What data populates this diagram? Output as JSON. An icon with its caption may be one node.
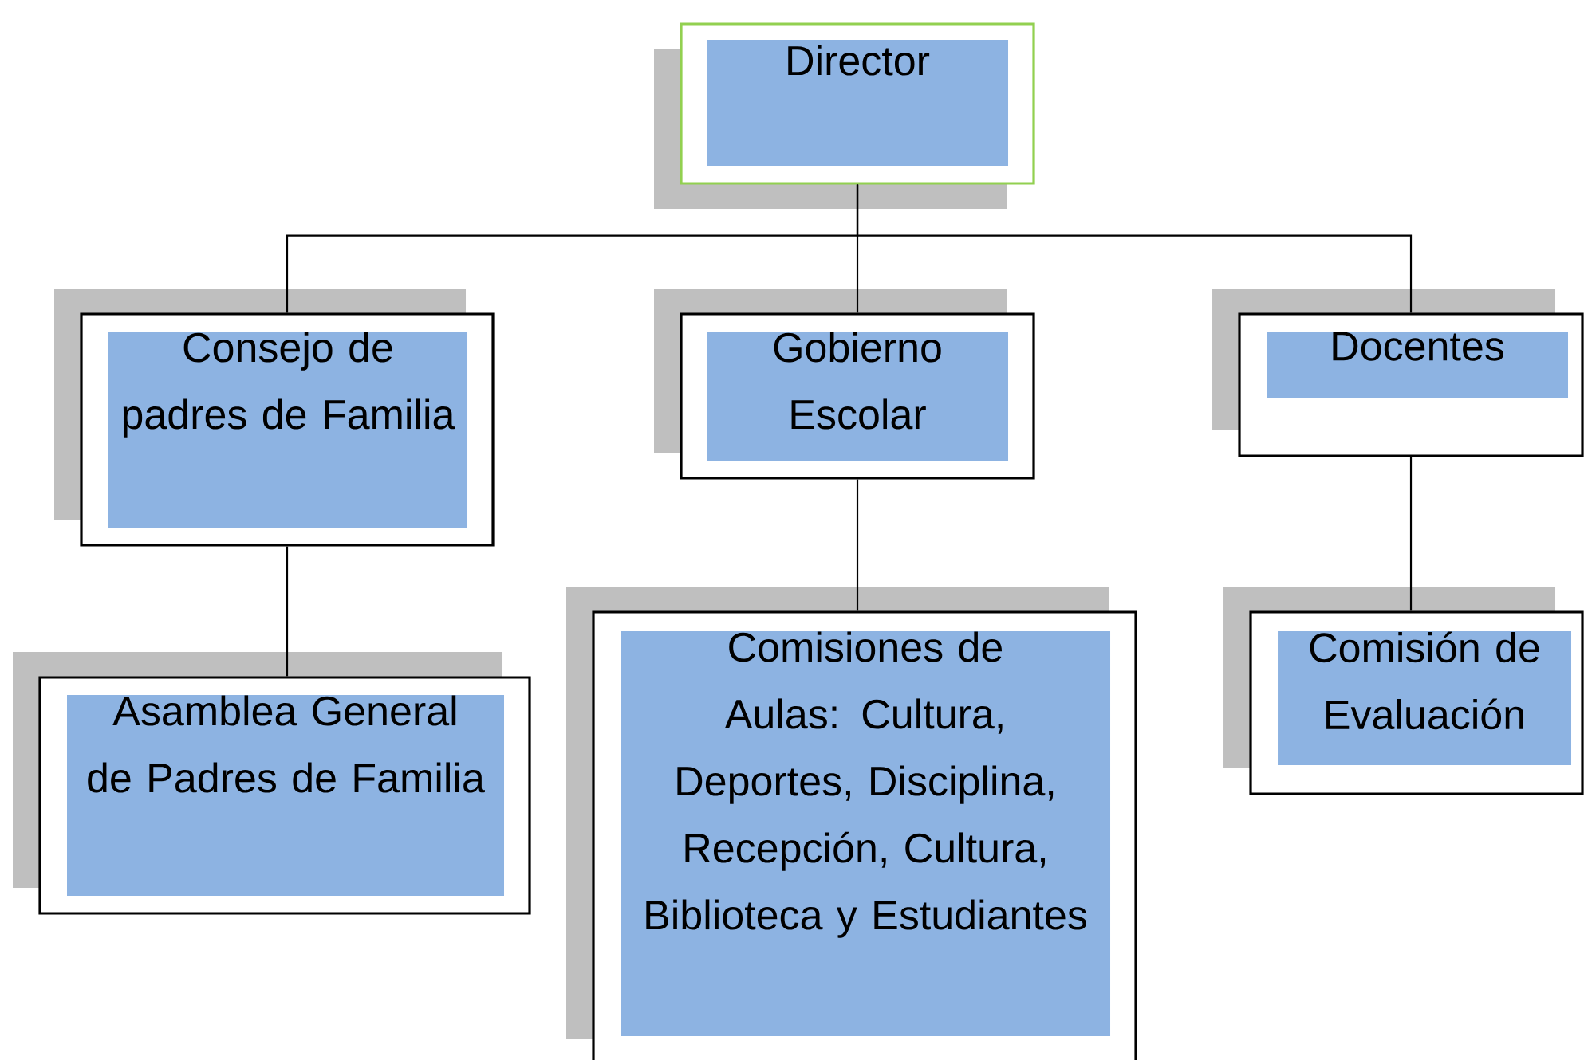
{
  "diagram": {
    "nodes": [
      {
        "text": [
          "Director"
        ]
      },
      {
        "text": [
          "Consejo de padres de Familia"
        ]
      },
      {
        "text": [
          "Gobierno Escolar"
        ]
      },
      {
        "text": [
          "Docentes"
        ]
      },
      {
        "text": [
          "Asamblea General de Padres de Familia"
        ]
      },
      {
        "text": [
          "Comisiones de Aulas: Cultura, Deportes, Disciplina, Recepción, Cultura, Biblioteca y Estudiantes"
        ]
      },
      {
        "text": [
          "Comisión de Evaluación"
        ]
      }
    ],
    "edges": [
      {
        "from": 0,
        "to": 1,
        "arrow": "none"
      },
      {
        "from": 0,
        "to": 2,
        "arrow": "none"
      },
      {
        "from": 0,
        "to": 3,
        "arrow": "none"
      },
      {
        "from": 1,
        "to": 4,
        "arrow": "none"
      },
      {
        "from": 2,
        "to": 5,
        "arrow": "none"
      },
      {
        "from": 3,
        "to": 6,
        "arrow": "none"
      }
    ]
  }
}
